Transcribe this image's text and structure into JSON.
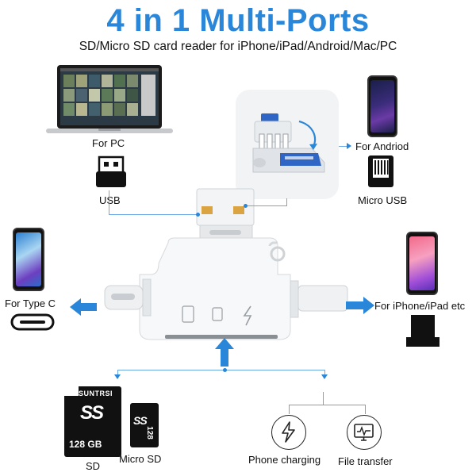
{
  "header": {
    "title": "4 in 1 Multi-Ports",
    "subtitle": "SD/Micro SD card reader for iPhone/iPad/Android/Mac/PC"
  },
  "ports": {
    "pc": "For PC",
    "usb": "USB",
    "android": "For Andriod",
    "micro_usb": "Micro USB",
    "type_c": "For Type C",
    "iphone": "For iPhone/iPad etc"
  },
  "bottom": {
    "sd": "SD",
    "micro_sd": "Micro SD",
    "phone_charging": "Phone charging",
    "file_transfer": "File transfer"
  },
  "cards": {
    "sd_brand": "SUNTRSI",
    "sd_logo": "SS",
    "sd_capacity": "128 GB",
    "micro_logo": "SS",
    "micro_capacity": "128"
  },
  "colors": {
    "accent": "#2a86d8",
    "line": "#6aa9e6"
  }
}
